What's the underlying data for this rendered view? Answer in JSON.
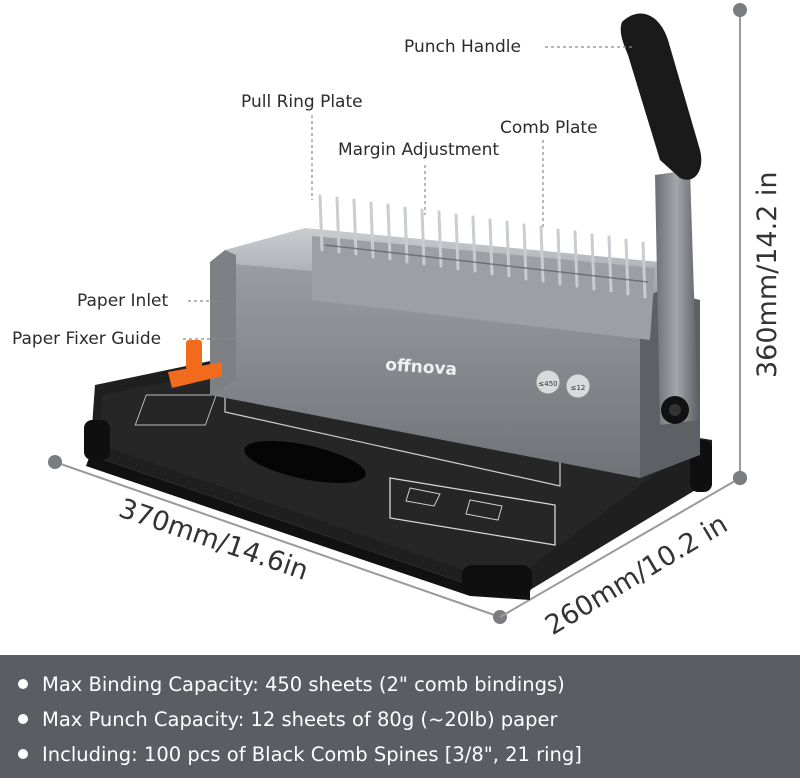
{
  "callouts": {
    "punch_handle": "Punch Handle",
    "pull_ring_plate": "Pull Ring Plate",
    "comb_plate": "Comb Plate",
    "margin_adjustment": "Margin Adjustment",
    "paper_inlet": "Paper Inlet",
    "paper_fixer_guide": "Paper Fixer Guide"
  },
  "dimensions": {
    "height": "360mm/14.2 in",
    "width": "370mm/14.6in",
    "depth": "260mm/10.2 in"
  },
  "machine": {
    "brand": "offnova",
    "badge_sheets": "≤450",
    "badge_punch": "≤12"
  },
  "specs": [
    "Max Binding Capacity: 450 sheets (2\" comb bindings)",
    "Max Punch Capacity: 12 sheets of 80g (~20lb) paper",
    "Including: 100 pcs of Black Comb Spines [3/8\", 21 ring]"
  ],
  "colors": {
    "spec_bar": "#5a5e63",
    "body_grey": "#8e9399",
    "base_black": "#1f1f1f",
    "accent_orange": "#f26a1b"
  }
}
